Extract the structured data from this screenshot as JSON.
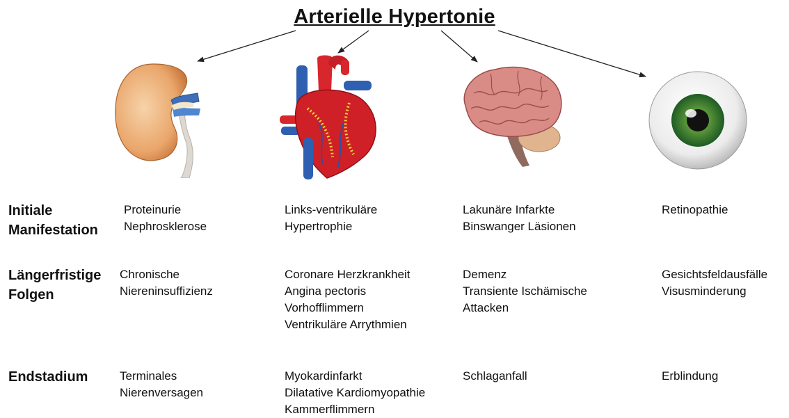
{
  "title": "Arterielle Hypertonie",
  "organs": [
    "kidney",
    "heart",
    "brain",
    "eye"
  ],
  "rows": [
    {
      "label": [
        "Initiale",
        "Manifestation"
      ],
      "cells": [
        [
          "Proteinurie",
          "Nephrosklerose"
        ],
        [
          "Links-ventrikuläre",
          "Hypertrophie"
        ],
        [
          "Lakunäre Infarkte",
          "Binswanger Läsionen"
        ],
        [
          "Retinopathie"
        ]
      ]
    },
    {
      "label": [
        "Längerfristige",
        "Folgen"
      ],
      "cells": [
        [
          "Chronische",
          "Niereninsuffizienz"
        ],
        [
          "Coronare Herzkrankheit",
          "Angina pectoris",
          "Vorhofflimmern",
          "Ventrikuläre Arrythmien"
        ],
        [
          "Demenz",
          "Transiente Ischämische",
          "Attacken"
        ],
        [
          "Gesichtsfeldausfälle",
          "Visusminderung"
        ]
      ]
    },
    {
      "label": [
        "Endstadium"
      ],
      "cells": [
        [
          "Terminales",
          "Nierenversagen"
        ],
        [
          "Myokardinfarkt",
          "Dilatative Kardiomyopathie",
          "Kammerflimmern"
        ],
        [
          "Schlaganfall"
        ],
        [
          "Erblindung"
        ]
      ]
    }
  ]
}
